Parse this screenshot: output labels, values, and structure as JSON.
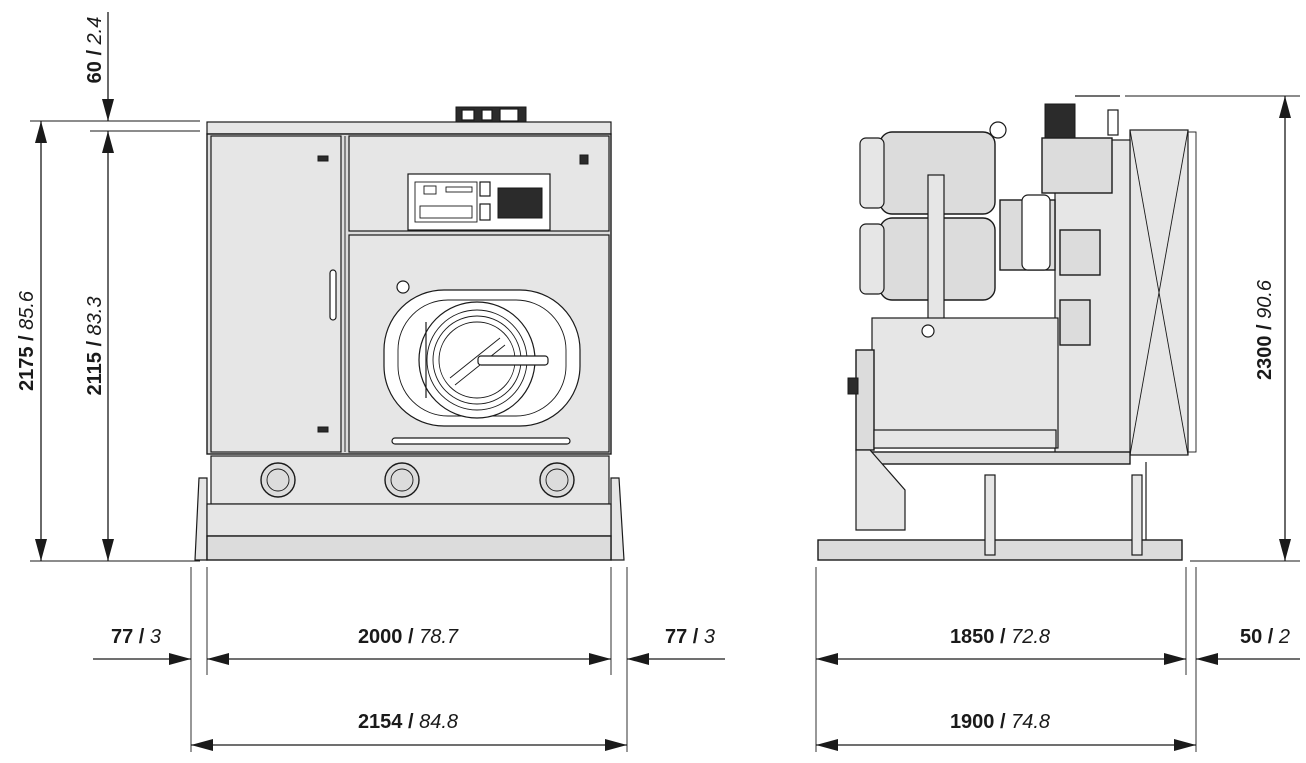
{
  "front_view": {
    "top_offset": {
      "metric": "60",
      "sep": " / ",
      "imperial": "2.4"
    },
    "total_height": {
      "metric": "2175",
      "sep": " / ",
      "imperial": "85.6"
    },
    "body_height": {
      "metric": "2115",
      "sep": " / ",
      "imperial": "83.3"
    },
    "left_margin": {
      "metric": "77",
      "sep": " / ",
      "imperial": "3"
    },
    "body_width": {
      "metric": "2000",
      "sep": " / ",
      "imperial": "78.7"
    },
    "right_margin": {
      "metric": "77",
      "sep": " / ",
      "imperial": "3"
    },
    "total_width": {
      "metric": "2154",
      "sep": " / ",
      "imperial": "84.8"
    }
  },
  "side_view": {
    "total_height": {
      "metric": "2300",
      "sep": " / ",
      "imperial": "90.6"
    },
    "body_depth": {
      "metric": "1850",
      "sep": " / ",
      "imperial": "72.8"
    },
    "rear_margin": {
      "metric": "50",
      "sep": " / ",
      "imperial": "2"
    },
    "total_depth": {
      "metric": "1900",
      "sep": " / ",
      "imperial": "74.8"
    }
  }
}
